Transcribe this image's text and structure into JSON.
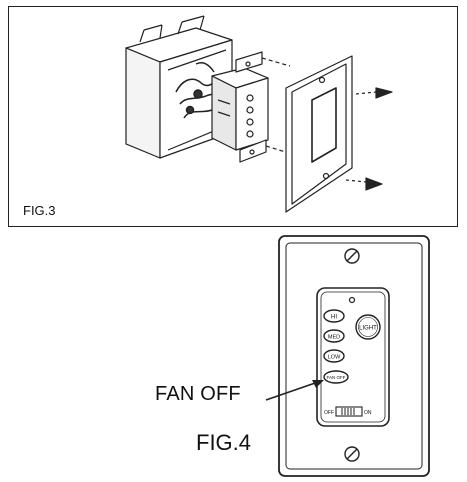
{
  "figure3": {
    "caption": "FIG.3"
  },
  "figure4": {
    "caption": "FIG.4",
    "callout": "FAN OFF",
    "buttons": {
      "hi": "HI",
      "med": "MED",
      "low": "LOW",
      "fan_off": "FAN OFF",
      "light": "LIGHT"
    },
    "slide_switch": {
      "off_label": "OFF",
      "on_label": "ON"
    }
  }
}
